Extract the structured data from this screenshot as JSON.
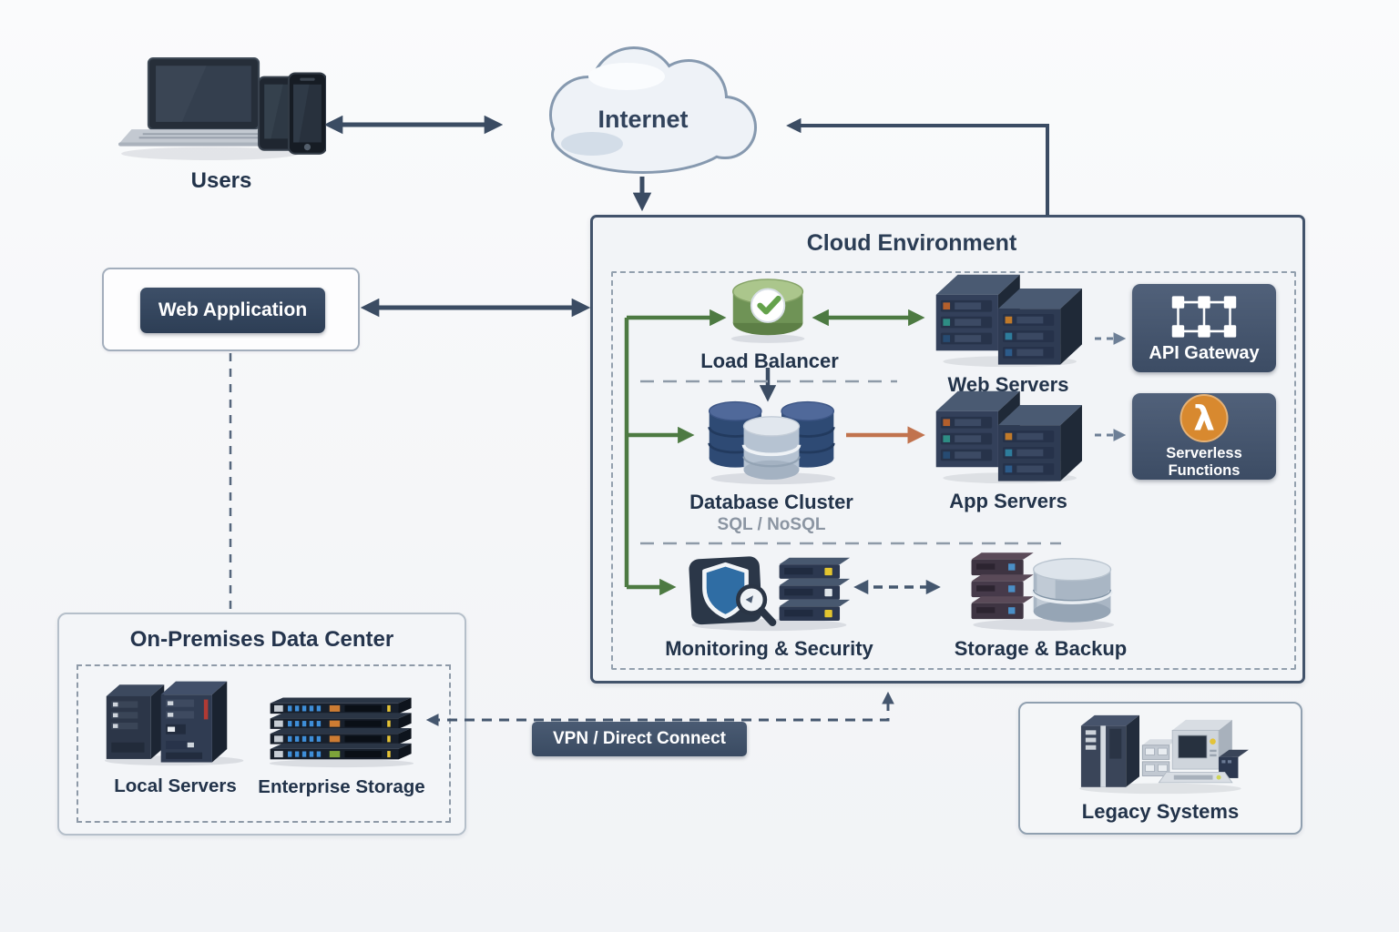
{
  "diagram": {
    "users": {
      "label": "Users",
      "icon": "user-devices-icon"
    },
    "internet": {
      "label": "Internet",
      "icon": "cloud-icon"
    },
    "web_application": {
      "label": "Web Application"
    },
    "cloud_environment": {
      "title": "Cloud Environment",
      "load_balancer": {
        "label": "Load Balancer",
        "icon": "load-balancer-icon"
      },
      "web_servers": {
        "label": "Web Servers",
        "icon": "server-pair-icon"
      },
      "api_gateway": {
        "label": "API Gateway",
        "icon": "api-gateway-icon"
      },
      "database_cluster": {
        "label": "Database Cluster",
        "sublabel": "SQL / NoSQL",
        "icon": "database-cluster-icon"
      },
      "app_servers": {
        "label": "App Servers",
        "icon": "server-pair-icon"
      },
      "serverless_functions": {
        "label": "Serverless Functions",
        "icon": "lambda-icon",
        "icon_glyph": "λ"
      },
      "monitoring_security": {
        "label": "Monitoring & Security",
        "icon": "shield-magnifier-icon"
      },
      "storage_backup": {
        "label": "Storage & Backup",
        "icon": "storage-cylinder-icon"
      }
    },
    "on_premises": {
      "title": "On-Premises Data Center",
      "local_servers": {
        "label": "Local Servers",
        "icon": "tower-servers-icon"
      },
      "enterprise_storage": {
        "label": "Enterprise Storage",
        "icon": "storage-rack-icon"
      }
    },
    "vpn": {
      "label": "VPN / Direct Connect"
    },
    "legacy": {
      "label": "Legacy Systems",
      "icon": "legacy-computer-icon"
    },
    "connections": [
      {
        "from": "Users",
        "to": "Internet",
        "style": "solid",
        "direction": "both"
      },
      {
        "from": "Internet",
        "to": "Cloud Environment",
        "style": "solid",
        "direction": "to"
      },
      {
        "from": "Cloud Environment",
        "to": "Internet",
        "style": "solid",
        "direction": "to"
      },
      {
        "from": "Web Application",
        "to": "Cloud Environment",
        "style": "solid",
        "direction": "both"
      },
      {
        "from": "Web Application",
        "to": "On-Premises Data Center",
        "style": "dashed",
        "direction": "none"
      },
      {
        "from": "Cloud entry",
        "to": "Load Balancer",
        "style": "solid",
        "direction": "to",
        "color": "green"
      },
      {
        "from": "Load Balancer",
        "to": "Web Servers",
        "style": "solid",
        "direction": "both",
        "color": "green"
      },
      {
        "from": "Web Servers",
        "to": "API Gateway",
        "style": "dashed",
        "direction": "to"
      },
      {
        "from": "Load Balancer",
        "to": "Database Cluster",
        "style": "solid",
        "direction": "to"
      },
      {
        "from": "Cloud entry",
        "to": "Database Cluster",
        "style": "solid",
        "direction": "to",
        "color": "green"
      },
      {
        "from": "Database Cluster",
        "to": "App Servers",
        "style": "solid",
        "direction": "to",
        "color": "orange"
      },
      {
        "from": "App Servers",
        "to": "Serverless Functions",
        "style": "dashed",
        "direction": "to"
      },
      {
        "from": "Cloud entry",
        "to": "Monitoring & Security",
        "style": "solid",
        "direction": "to",
        "color": "green"
      },
      {
        "from": "Monitoring & Security",
        "to": "Storage & Backup",
        "style": "dashed",
        "direction": "both"
      },
      {
        "from": "Cloud Environment",
        "to": "On-Premises Data Center",
        "style": "dashed",
        "direction": "both",
        "via": "VPN / Direct Connect"
      }
    ],
    "colors": {
      "arrow_navy": "#3b4c63",
      "arrow_green": "#4d7a42",
      "arrow_orange": "#c1734e",
      "dashed_gray": "#8e9aa8",
      "dark_card": "#42536b",
      "label_text": "#22334a",
      "lambda_orange": "#d8892f",
      "shield_blue": "#2f6da4"
    }
  }
}
